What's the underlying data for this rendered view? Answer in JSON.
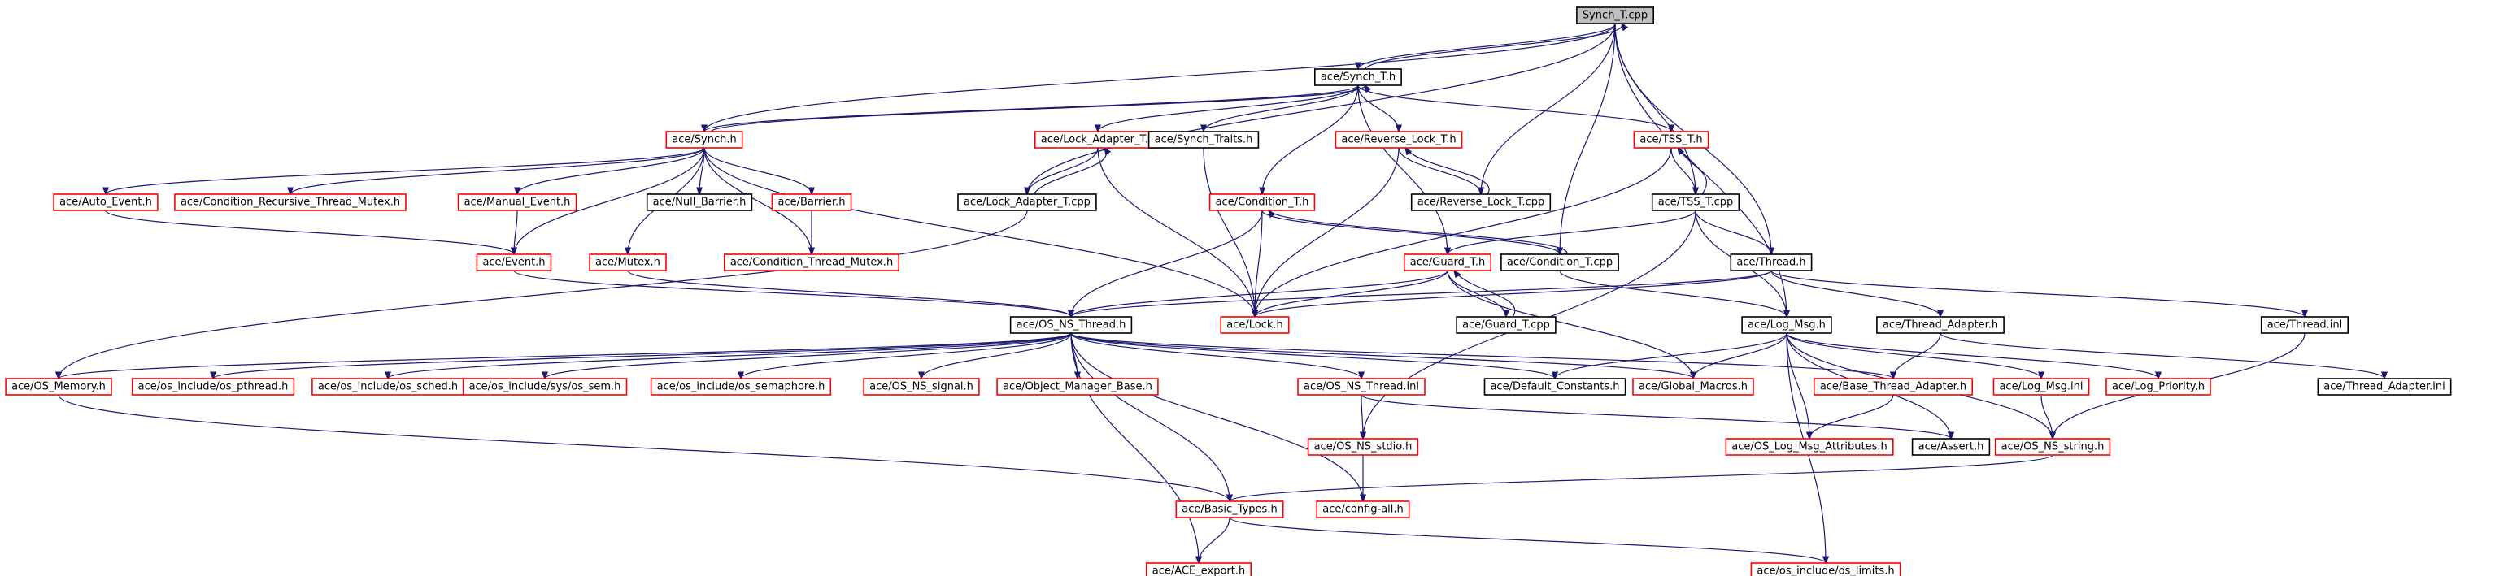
{
  "graph": {
    "title": "",
    "colors": {
      "edge": "#191970",
      "missing_border": "#ff0000",
      "found_border": "#000000",
      "root_fill": "#bfbfbf"
    },
    "nodes": [
      {
        "id": "n0",
        "label": "Synch_T.cpp",
        "style": "root"
      },
      {
        "id": "n1",
        "label": "ace/Synch_T.h",
        "style": "black"
      },
      {
        "id": "n2",
        "label": "ace/Synch.h",
        "style": "red"
      },
      {
        "id": "n3",
        "label": "ace/Lock_Adapter_T.h",
        "style": "red"
      },
      {
        "id": "n4",
        "label": "ace/Synch_Traits.h",
        "style": "black"
      },
      {
        "id": "n5",
        "label": "ace/Reverse_Lock_T.h",
        "style": "red"
      },
      {
        "id": "n6",
        "label": "ace/TSS_T.h",
        "style": "red"
      },
      {
        "id": "n7",
        "label": "ace/Auto_Event.h",
        "style": "red"
      },
      {
        "id": "n8",
        "label": "ace/Condition_Recursive_Thread_Mutex.h",
        "style": "red"
      },
      {
        "id": "n9",
        "label": "ace/Manual_Event.h",
        "style": "red"
      },
      {
        "id": "n10",
        "label": "ace/Null_Barrier.h",
        "style": "black"
      },
      {
        "id": "n11",
        "label": "ace/Barrier.h",
        "style": "red"
      },
      {
        "id": "n12",
        "label": "ace/Lock_Adapter_T.cpp",
        "style": "black"
      },
      {
        "id": "n13",
        "label": "ace/Reverse_Lock_T.cpp",
        "style": "black"
      },
      {
        "id": "n14",
        "label": "ace/TSS_T.cpp",
        "style": "black"
      },
      {
        "id": "n15",
        "label": "ace/Event.h",
        "style": "red"
      },
      {
        "id": "n16",
        "label": "ace/Mutex.h",
        "style": "red"
      },
      {
        "id": "n17",
        "label": "ace/Condition_Thread_Mutex.h",
        "style": "red"
      },
      {
        "id": "n18",
        "label": "ace/Condition_T.h",
        "style": "red"
      },
      {
        "id": "n19",
        "label": "ace/Guard_T.h",
        "style": "red"
      },
      {
        "id": "n20",
        "label": "ace/Condition_T.cpp",
        "style": "black"
      },
      {
        "id": "n21",
        "label": "ace/Thread.h",
        "style": "black"
      },
      {
        "id": "n22",
        "label": "ace/Thread.inl",
        "style": "black"
      },
      {
        "id": "n23",
        "label": "ace/OS_NS_Thread.h",
        "style": "black"
      },
      {
        "id": "n24",
        "label": "ace/Lock.h",
        "style": "red"
      },
      {
        "id": "n25",
        "label": "ace/Guard_T.cpp",
        "style": "black"
      },
      {
        "id": "n26",
        "label": "ace/Log_Msg.h",
        "style": "black"
      },
      {
        "id": "n27",
        "label": "ace/Thread_Adapter.h",
        "style": "black"
      },
      {
        "id": "n28",
        "label": "ace/OS_Memory.h",
        "style": "red"
      },
      {
        "id": "n29",
        "label": "ace/os_include/os_pthread.h",
        "style": "red"
      },
      {
        "id": "n30",
        "label": "ace/os_include/os_sched.h",
        "style": "red"
      },
      {
        "id": "n31",
        "label": "ace/os_include/sys/os_sem.h",
        "style": "red"
      },
      {
        "id": "n32",
        "label": "ace/os_include/os_semaphore.h",
        "style": "red"
      },
      {
        "id": "n33",
        "label": "ace/OS_NS_signal.h",
        "style": "red"
      },
      {
        "id": "n34",
        "label": "ace/Object_Manager_Base.h",
        "style": "red"
      },
      {
        "id": "n35",
        "label": "ace/OS_NS_Thread.inl",
        "style": "red"
      },
      {
        "id": "n36",
        "label": "ace/Default_Constants.h",
        "style": "black"
      },
      {
        "id": "n37",
        "label": "ace/Global_Macros.h",
        "style": "red"
      },
      {
        "id": "n38",
        "label": "ace/Base_Thread_Adapter.h",
        "style": "red"
      },
      {
        "id": "n39",
        "label": "ace/Log_Msg.inl",
        "style": "red"
      },
      {
        "id": "n40",
        "label": "ace/Log_Priority.h",
        "style": "red"
      },
      {
        "id": "n41",
        "label": "ace/Thread_Adapter.inl",
        "style": "black"
      },
      {
        "id": "n42",
        "label": "ace/OS_NS_stdio.h",
        "style": "red"
      },
      {
        "id": "n43",
        "label": "ace/OS_Log_Msg_Attributes.h",
        "style": "red"
      },
      {
        "id": "n44",
        "label": "ace/Assert.h",
        "style": "black"
      },
      {
        "id": "n45",
        "label": "ace/OS_NS_string.h",
        "style": "red"
      },
      {
        "id": "n46",
        "label": "ace/Basic_Types.h",
        "style": "red"
      },
      {
        "id": "n47",
        "label": "ace/config-all.h",
        "style": "red"
      },
      {
        "id": "n48",
        "label": "ace/ACE_export.h",
        "style": "red"
      },
      {
        "id": "n49",
        "label": "ace/os_include/os_limits.h",
        "style": "red"
      }
    ],
    "edges": [
      [
        "n0",
        "n1"
      ],
      [
        "n0",
        "n2"
      ],
      [
        "n0",
        "n12"
      ],
      [
        "n0",
        "n13"
      ],
      [
        "n0",
        "n20"
      ],
      [
        "n0",
        "n14"
      ],
      [
        "n0",
        "n21"
      ],
      [
        "n0",
        "n26"
      ],
      [
        "n1",
        "n0"
      ],
      [
        "n1",
        "n2"
      ],
      [
        "n1",
        "n3"
      ],
      [
        "n1",
        "n4"
      ],
      [
        "n1",
        "n5"
      ],
      [
        "n1",
        "n6"
      ],
      [
        "n1",
        "n18"
      ],
      [
        "n1",
        "n19"
      ],
      [
        "n2",
        "n1"
      ],
      [
        "n2",
        "n7"
      ],
      [
        "n2",
        "n8"
      ],
      [
        "n2",
        "n9"
      ],
      [
        "n2",
        "n10"
      ],
      [
        "n2",
        "n11"
      ],
      [
        "n2",
        "n15"
      ],
      [
        "n2",
        "n16"
      ],
      [
        "n2",
        "n17"
      ],
      [
        "n2",
        "n24"
      ],
      [
        "n3",
        "n12"
      ],
      [
        "n3",
        "n24"
      ],
      [
        "n12",
        "n3"
      ],
      [
        "n12",
        "n28"
      ],
      [
        "n4",
        "n24"
      ],
      [
        "n5",
        "n13"
      ],
      [
        "n5",
        "n24"
      ],
      [
        "n13",
        "n5"
      ],
      [
        "n6",
        "n14"
      ],
      [
        "n6",
        "n24"
      ],
      [
        "n14",
        "n6"
      ],
      [
        "n14",
        "n19"
      ],
      [
        "n14",
        "n21"
      ],
      [
        "n14",
        "n26"
      ],
      [
        "n14",
        "n42"
      ],
      [
        "n7",
        "n15"
      ],
      [
        "n9",
        "n15"
      ],
      [
        "n11",
        "n17"
      ],
      [
        "n15",
        "n23"
      ],
      [
        "n16",
        "n23"
      ],
      [
        "n18",
        "n20"
      ],
      [
        "n18",
        "n23"
      ],
      [
        "n18",
        "n24"
      ],
      [
        "n20",
        "n18"
      ],
      [
        "n20",
        "n26"
      ],
      [
        "n19",
        "n25"
      ],
      [
        "n19",
        "n23"
      ],
      [
        "n19",
        "n24"
      ],
      [
        "n19",
        "n37"
      ],
      [
        "n25",
        "n19"
      ],
      [
        "n21",
        "n22"
      ],
      [
        "n21",
        "n27"
      ],
      [
        "n21",
        "n23"
      ],
      [
        "n21",
        "n24"
      ],
      [
        "n22",
        "n45"
      ],
      [
        "n27",
        "n38"
      ],
      [
        "n27",
        "n41"
      ],
      [
        "n26",
        "n36"
      ],
      [
        "n26",
        "n37"
      ],
      [
        "n26",
        "n39"
      ],
      [
        "n26",
        "n40"
      ],
      [
        "n26",
        "n43"
      ],
      [
        "n26",
        "n44"
      ],
      [
        "n26",
        "n45"
      ],
      [
        "n26",
        "n49"
      ],
      [
        "n39",
        "n45"
      ],
      [
        "n23",
        "n28"
      ],
      [
        "n23",
        "n29"
      ],
      [
        "n23",
        "n30"
      ],
      [
        "n23",
        "n31"
      ],
      [
        "n23",
        "n32"
      ],
      [
        "n23",
        "n33"
      ],
      [
        "n23",
        "n34"
      ],
      [
        "n23",
        "n35"
      ],
      [
        "n23",
        "n36"
      ],
      [
        "n23",
        "n37"
      ],
      [
        "n23",
        "n38"
      ],
      [
        "n23",
        "n46"
      ],
      [
        "n23",
        "n47"
      ],
      [
        "n23",
        "n48"
      ],
      [
        "n35",
        "n42"
      ],
      [
        "n35",
        "n44"
      ],
      [
        "n42",
        "n47"
      ],
      [
        "n38",
        "n43"
      ],
      [
        "n28",
        "n46"
      ],
      [
        "n45",
        "n46"
      ],
      [
        "n46",
        "n48"
      ],
      [
        "n46",
        "n49"
      ]
    ]
  }
}
